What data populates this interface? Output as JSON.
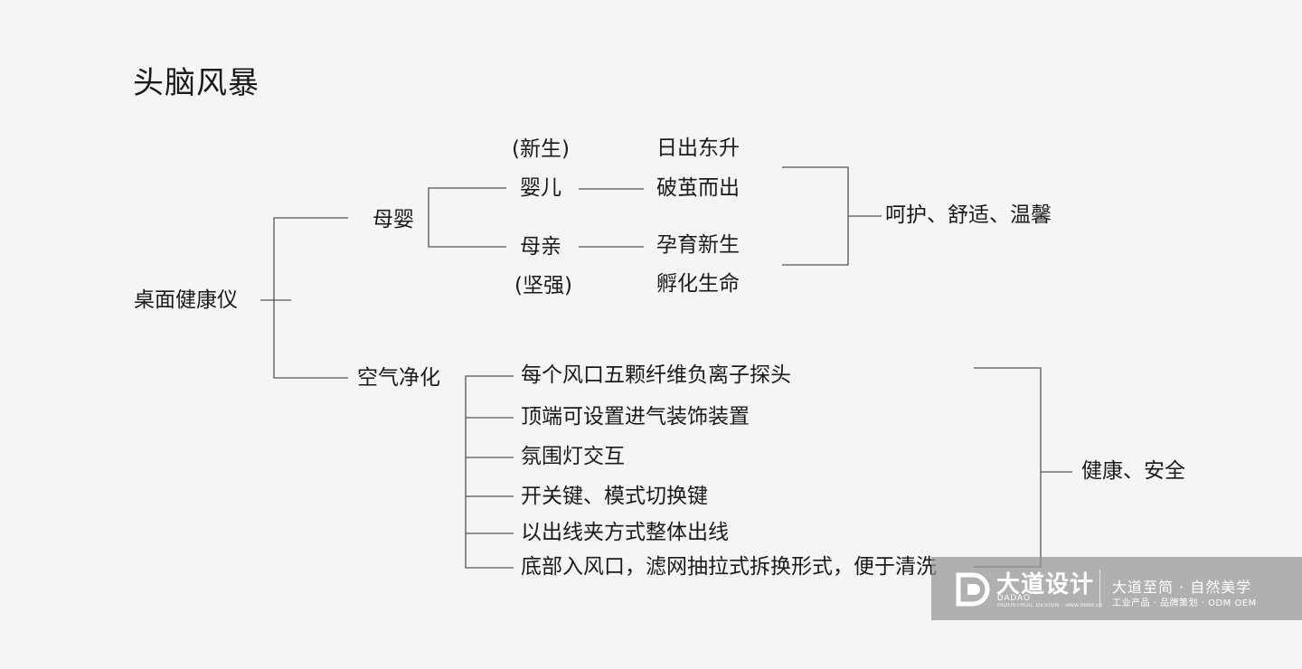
{
  "title": "头脑风暴",
  "root": "桌面健康仪",
  "branches": {
    "mother_baby": {
      "label": "母婴",
      "infant_note": "(新生)",
      "infant": "婴儿",
      "mother": "母亲",
      "mother_note": "(坚强)",
      "associations": [
        "日出东升",
        "破茧而出",
        "孕育新生",
        "孵化生命"
      ],
      "conclusion": "呵护、舒适、温馨"
    },
    "air_purify": {
      "label": "空气净化",
      "features": [
        "每个风口五颗纤维负离子探头",
        "顶端可设置进气装饰装置",
        "氛围灯交互",
        "开关键、模式切换键",
        "以出线夹方式整体出线",
        "底部入风口，滤网抽拉式拆换形式，便于清洗"
      ],
      "conclusion": "健康、安全"
    }
  },
  "watermark": {
    "brand": "大道设计",
    "brand_en": "DADAO",
    "brand_sub": "INDUSTRIAL DESIGN · www.dddd.cn",
    "slogan": "大道至简 · 自然美学",
    "slogan_sub": "工业产品 · 品牌策划 · ODM OEM"
  },
  "colors": {
    "background": "#f5f5f5",
    "text": "#1a1a1a",
    "line": "#555555",
    "watermark_bg": "#969696"
  }
}
